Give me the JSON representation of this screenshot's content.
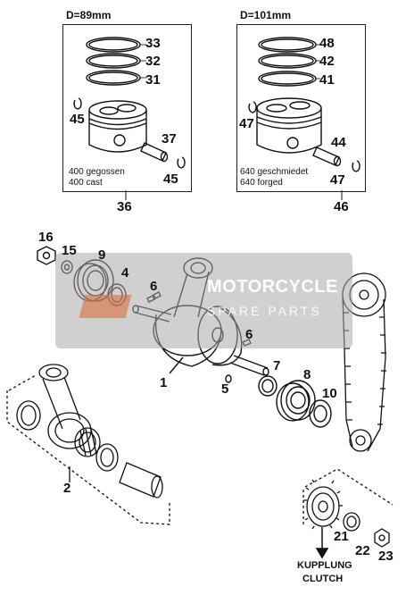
{
  "left_box": {
    "title": "D=89mm",
    "caption_line1": "400 gegossen",
    "caption_line2": "400 cast",
    "parts": {
      "rings_top": "33",
      "rings_mid": "32",
      "rings_bot": "31",
      "clip_left": "45",
      "pin": "37",
      "clip_right": "45",
      "assembly": "36"
    }
  },
  "right_box": {
    "title": "D=101mm",
    "caption_line1": "640 geschmiedet",
    "caption_line2": "640 forged",
    "parts": {
      "rings_top": "48",
      "rings_mid": "42",
      "rings_bot": "41",
      "clip_left": "47",
      "pin": "44",
      "clip_right": "47",
      "assembly": "46"
    }
  },
  "parts": {
    "crankshaft": "1",
    "conrod_kit": "2",
    "washer_4": "4",
    "key_5": "5",
    "key_6a": "6",
    "key_6b": "6",
    "washer_7": "7",
    "bearing_8": "8",
    "bearing_9": "9",
    "ring_10": "10",
    "nut_16": "16",
    "washer_15": "15",
    "gear_21": "21",
    "washer_22": "22",
    "nut_23": "23"
  },
  "footer": {
    "line1": "KUPPLUNG",
    "line2": "CLUTCH"
  },
  "watermark": {
    "line1": "MOTORCYCLE",
    "line2": "SPARE PARTS"
  }
}
